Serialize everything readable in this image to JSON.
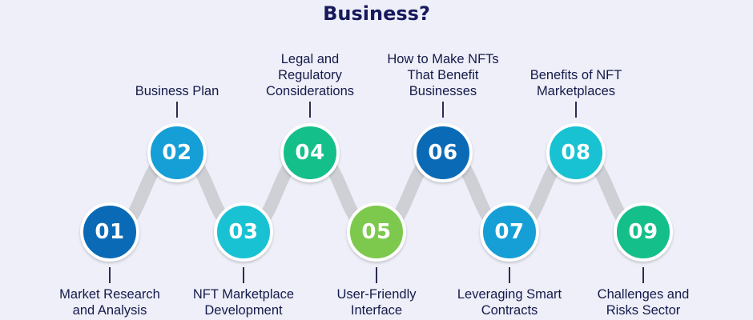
{
  "title": "Business?",
  "steps": [
    {
      "num": "01",
      "label": "Market Research\nand Analysis",
      "color": "#0a6ab5"
    },
    {
      "num": "02",
      "label": "Business Plan",
      "color": "#169fd6"
    },
    {
      "num": "03",
      "label": "NFT Marketplace\nDevelopment",
      "color": "#18c2d2"
    },
    {
      "num": "04",
      "label": "Legal and\nRegulatory\nConsiderations",
      "color": "#15bf8a"
    },
    {
      "num": "05",
      "label": "User-Friendly\nInterface",
      "color": "#7dc94e"
    },
    {
      "num": "06",
      "label": "How to Make NFTs\nThat Benefit\nBusinesses",
      "color": "#0a6ab5"
    },
    {
      "num": "07",
      "label": "Leveraging Smart\nContracts",
      "color": "#169fd6"
    },
    {
      "num": "08",
      "label": "Benefits of NFT\nMarketplaces",
      "color": "#18c2d2"
    },
    {
      "num": "09",
      "label": "Challenges and\nRisks Sector",
      "color": "#15bf8a"
    }
  ],
  "connector_color": "#cfd0d6"
}
